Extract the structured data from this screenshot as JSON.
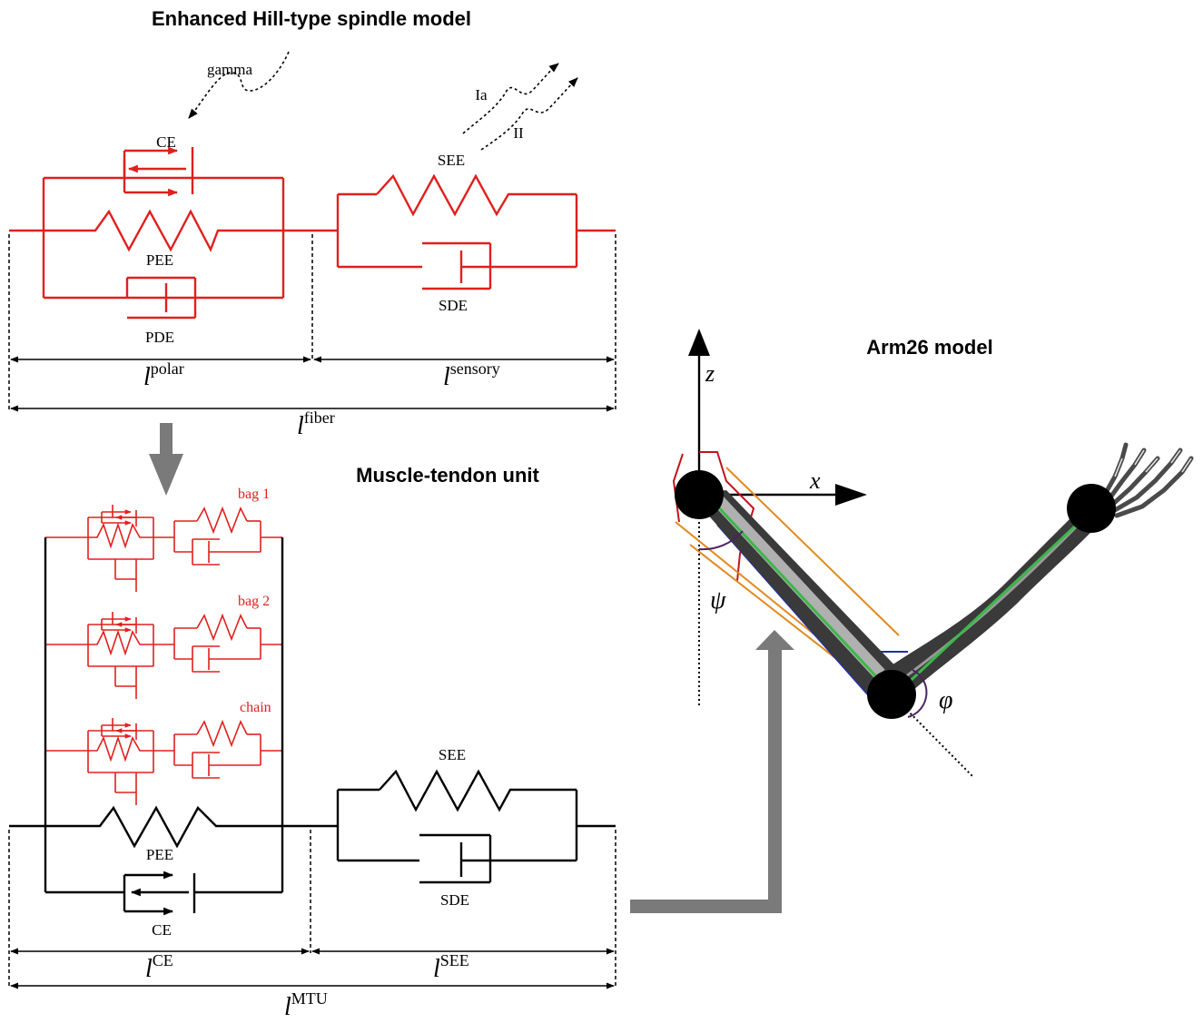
{
  "titles": {
    "spindle": "Enhanced Hill-type spindle model",
    "mtu": "Muscle-tendon unit",
    "arm": "Arm26 model"
  },
  "spindle_labels": {
    "gamma": "gamma",
    "ia": "Ia",
    "ii": "II",
    "ce": "CE",
    "pee": "PEE",
    "pde": "PDE",
    "see": "SEE",
    "sde": "SDE"
  },
  "spindle_lengths": {
    "polar_base": "l",
    "polar_sup": "polar",
    "sensory_base": "l",
    "sensory_sup": "sensory",
    "fiber_base": "l",
    "fiber_sup": "fiber"
  },
  "mtu_labels": {
    "bag1": "bag 1",
    "bag2": "bag 2",
    "chain": "chain",
    "pee": "PEE",
    "ce": "CE",
    "see": "SEE",
    "sde": "SDE"
  },
  "mtu_lengths": {
    "ce_base": "l",
    "ce_sup": "CE",
    "see_base": "l",
    "see_sup": "SEE",
    "mtu_base": "l",
    "mtu_sup": "MTU"
  },
  "arm_labels": {
    "z": "z",
    "x": "x",
    "psi": "ψ",
    "phi": "φ"
  },
  "colors": {
    "spindle": "#e0201e",
    "black": "#000000",
    "arrow_gray": "#7a7a7a",
    "bone": "#3a3a3a",
    "green": "#3cb84a",
    "blue": "#1f2fb5",
    "orange": "#e08a1e",
    "dark_red": "#c0141a",
    "purple": "#4b2360"
  }
}
